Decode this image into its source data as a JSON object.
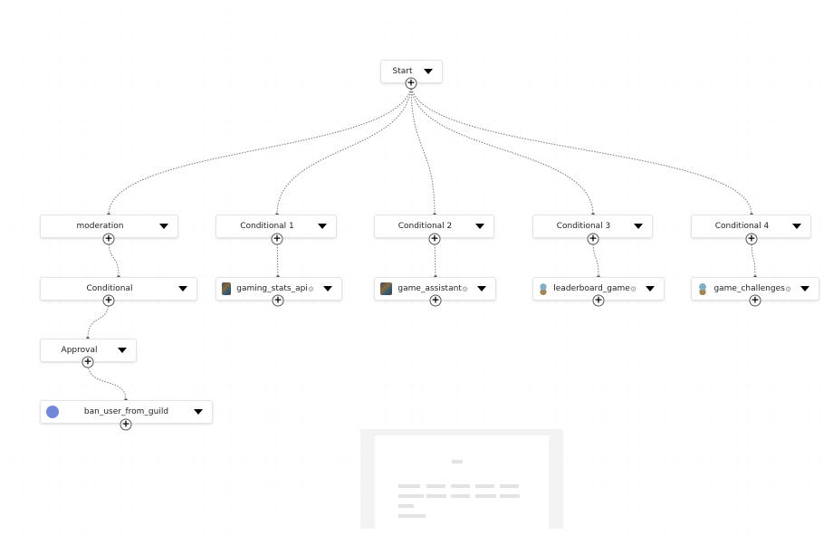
{
  "start": {
    "label": "Start"
  },
  "conditions": [
    {
      "label": "moderation"
    },
    {
      "label": "Conditional 1"
    },
    {
      "label": "Conditional 2"
    },
    {
      "label": "Conditional 3"
    },
    {
      "label": "Conditional 4"
    }
  ],
  "steps": [
    {
      "label": "Conditional",
      "icon": "none"
    },
    {
      "label": "gaming_stats_api",
      "icon": "mosaic-icon"
    },
    {
      "label": "game_assistant",
      "icon": "mosaic-icon"
    },
    {
      "label": "leaderboard_game",
      "icon": "squirtle-icon"
    },
    {
      "label": "game_challenges",
      "icon": "squirtle-icon"
    }
  ],
  "approval": {
    "label": "Approval"
  },
  "ban": {
    "label": "ban_user_from_guild",
    "icon": "discord-icon"
  },
  "gear_glyph": "⚙",
  "plus_glyph": "+",
  "colors": {
    "edge": "#777777",
    "discord": "#7289da"
  }
}
